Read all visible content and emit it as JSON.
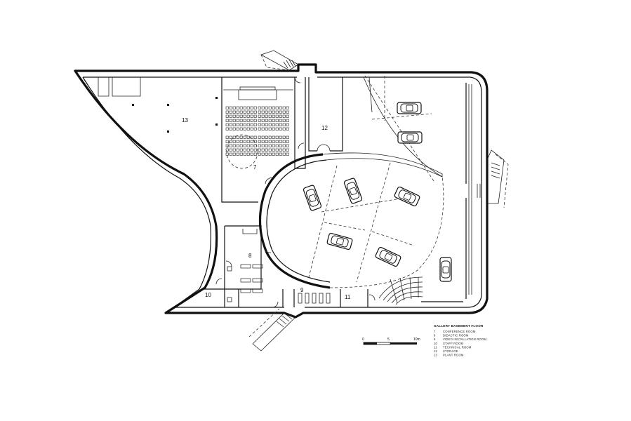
{
  "plan": {
    "title": "GALLERY BASEMENT FLOOR",
    "rooms": [
      {
        "number": "7"
      },
      {
        "number": "8"
      },
      {
        "number": "9"
      },
      {
        "number": "10"
      },
      {
        "number": "11"
      },
      {
        "number": "12"
      },
      {
        "number": "13"
      }
    ]
  },
  "legend": {
    "items": [
      {
        "number": "7",
        "name": "CONFERENCE ROOM"
      },
      {
        "number": "8",
        "name": "DIDACTIC ROOM"
      },
      {
        "number": "9",
        "name": "VIDEO INSTALLATION ROOM"
      },
      {
        "number": "10",
        "name": "STAFF ROOM"
      },
      {
        "number": "11",
        "name": "TECHNICAL ROOM"
      },
      {
        "number": "12",
        "name": "STORAGE"
      },
      {
        "number": "13",
        "name": "PLANT ROOM"
      }
    ]
  },
  "scale": {
    "labels": [
      "0",
      "5",
      "10m"
    ]
  }
}
